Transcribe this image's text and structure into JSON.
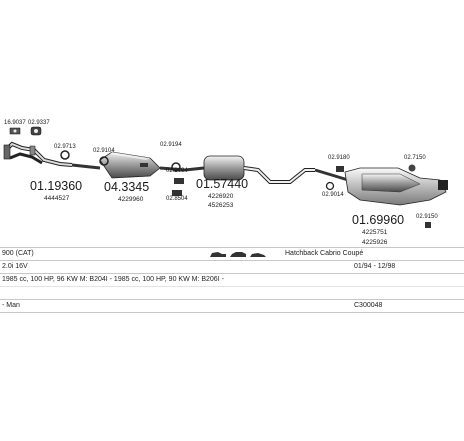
{
  "parts": {
    "front_pipe": {
      "code": "01.19360",
      "oem": "4444527",
      "clamps": [
        "16.9037",
        "02.9337",
        "02.9713"
      ]
    },
    "catalyst": {
      "code": "04.3345",
      "oem": "4229960",
      "clamps": [
        "02.9104"
      ]
    },
    "middle_silencer": {
      "code": "01.57440",
      "oem": [
        "4226920",
        "4526253"
      ],
      "clamps": [
        "02.9194",
        "02.8184",
        "02.8504"
      ]
    },
    "rear_silencer": {
      "code": "01.69960",
      "oem": [
        "4225751",
        "4225926"
      ],
      "clamps": [
        "02.9180",
        "02.7150",
        "02.9014",
        "02.9150"
      ]
    }
  },
  "vehicle": {
    "model": "900 (CAT)",
    "body": "Hatchback Cabrio Coupé",
    "engine": "2.0i 16V",
    "years": "01/94 - 12/98",
    "spec": "1985 cc, 100 HP, 96 KW M: B204I - 1985 cc, 100 HP, 90 KW M: B206I -",
    "gearbox": "- Man",
    "catalog_code": "C300048"
  },
  "icons": {
    "body_style": "car-silhouettes-icon"
  },
  "colors": {
    "ink": "#1a1a1a",
    "line": "#c8c8c8"
  }
}
